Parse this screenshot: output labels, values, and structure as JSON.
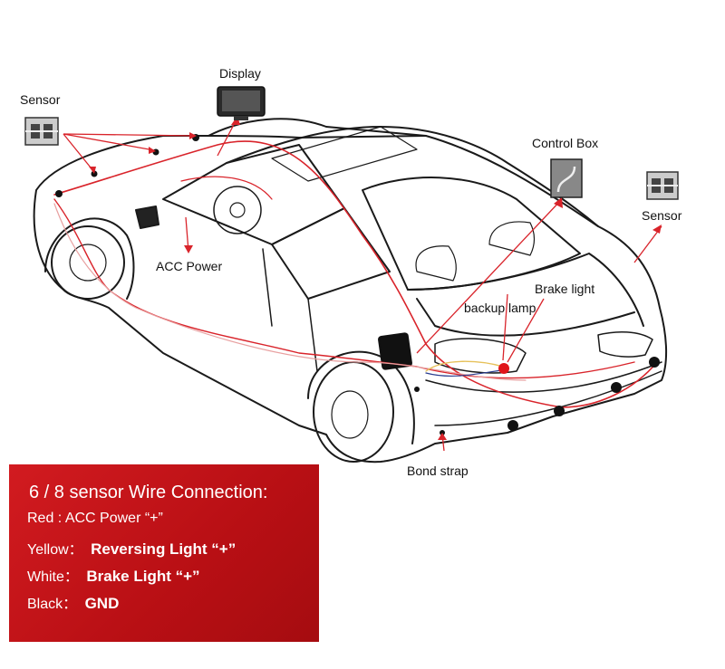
{
  "labels": {
    "sensor_left": "Sensor",
    "display": "Display",
    "control_box": "Control Box",
    "sensor_right": "Sensor",
    "acc_power": "ACC Power",
    "brake_light": "Brake light",
    "backup_lamp": "backup lamp",
    "bond_strap": "Bond strap"
  },
  "legend": {
    "title": "6 / 8 sensor Wire Connection:",
    "rows": [
      {
        "key": "Red : ",
        "value": "ACC Power “+”"
      },
      {
        "key": "Yellow： ",
        "value": "Reversing Light “+”"
      },
      {
        "key": "White： ",
        "value": "Brake Light “+”"
      },
      {
        "key": "Black： ",
        "value": "GND"
      }
    ]
  },
  "colors": {
    "wire_red": "#d9242b",
    "wire_pink": "#e8a0a0",
    "legend_bg": "#c8141a",
    "outline": "#1a1a1a"
  }
}
